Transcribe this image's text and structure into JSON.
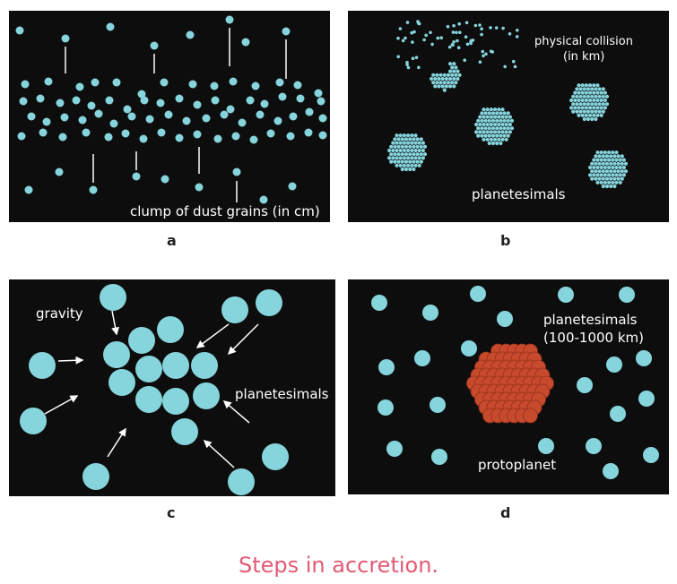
{
  "figure": {
    "caption": "Steps in accretion.",
    "colors": {
      "background": "#0d0d0d",
      "particle": "#86d4dc",
      "protoplanet": "#c84a2c",
      "arrow": "#ffffff",
      "caption": "#e35a73"
    },
    "panels": [
      {
        "id": "a",
        "label": "a",
        "annotations": [
          "clump of dust grains (in cm)"
        ]
      },
      {
        "id": "b",
        "label": "b",
        "annotations": [
          "physical collision",
          "(in km)",
          "planetesimals"
        ]
      },
      {
        "id": "c",
        "label": "c",
        "annotations": [
          "gravity",
          "planetesimals"
        ]
      },
      {
        "id": "d",
        "label": "d",
        "annotations": [
          "planetesimals",
          "(100-1000 km)",
          "protoplanet"
        ]
      }
    ]
  }
}
